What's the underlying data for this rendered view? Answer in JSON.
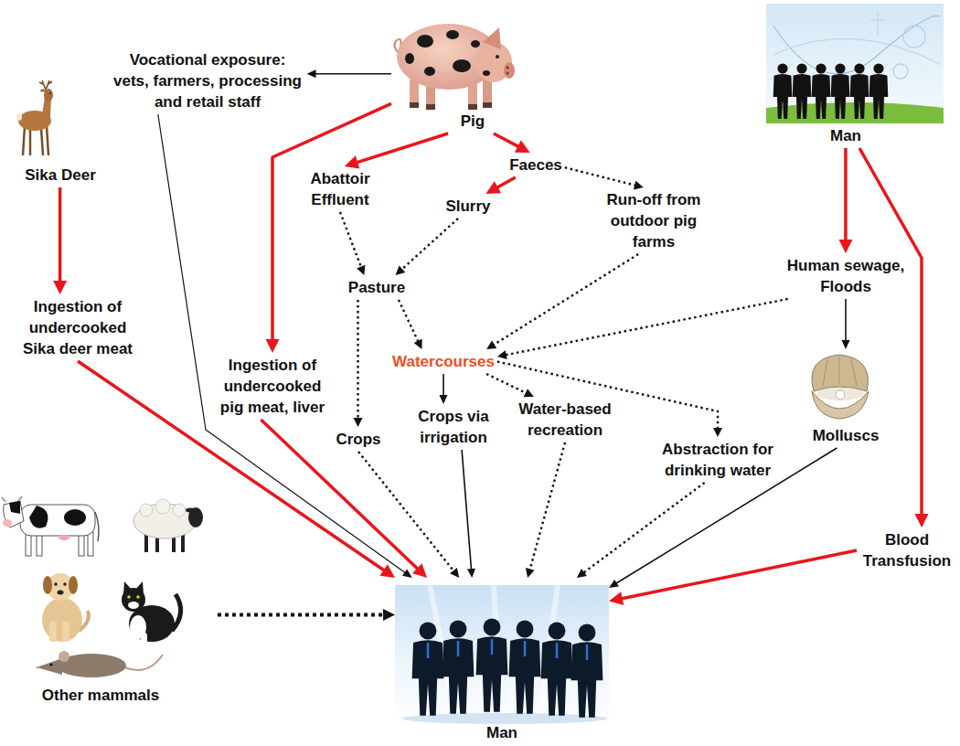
{
  "diagram": {
    "nodes": [
      {
        "text": [
          "Vocational exposure: vets, farmers, processing and retail staff"
        ]
      },
      {
        "text": [
          "Pig"
        ]
      },
      {
        "text": [
          "Man"
        ]
      },
      {
        "text": [
          "Sika Deer"
        ]
      },
      {
        "text": [
          "Abattoir Effluent"
        ]
      },
      {
        "text": [
          "Faeces"
        ]
      },
      {
        "text": [
          "Slurry"
        ]
      },
      {
        "text": [
          "Run-off from outdoor pig farms"
        ]
      },
      {
        "text": [
          "Human sewage, Floods"
        ]
      },
      {
        "text": [
          "Pasture"
        ]
      },
      {
        "text": [
          "Ingestion of undercooked Sika deer meat"
        ]
      },
      {
        "text": [
          "Watercourses"
        ]
      },
      {
        "text": [
          "Ingestion of undercooked pig meat, liver"
        ]
      },
      {
        "text": [
          "Crops"
        ]
      },
      {
        "text": [
          "Crops via irrigation"
        ]
      },
      {
        "text": [
          "Water-based recreation"
        ]
      },
      {
        "text": [
          "Abstraction for drinking water"
        ]
      },
      {
        "text": [
          "Molluscs"
        ]
      },
      {
        "text": [
          "Blood Transfusion"
        ]
      },
      {
        "text": [
          "Other mammals"
        ]
      },
      {
        "text": [
          "Man"
        ]
      }
    ],
    "edges": [
      {
        "from": 1,
        "to": 0,
        "arrow": "to"
      },
      {
        "from": 0,
        "to": 20,
        "arrow": "to"
      },
      {
        "from": 1,
        "to": 12,
        "arrow": "to"
      },
      {
        "from": 12,
        "to": 20,
        "arrow": "to"
      },
      {
        "from": 1,
        "to": 4,
        "arrow": "to"
      },
      {
        "from": 1,
        "to": 5,
        "arrow": "to"
      },
      {
        "from": 5,
        "to": 6,
        "arrow": "to"
      },
      {
        "from": 5,
        "to": 7,
        "arrow": "to"
      },
      {
        "from": 4,
        "to": 9,
        "arrow": "to"
      },
      {
        "from": 6,
        "to": 9,
        "arrow": "to"
      },
      {
        "from": 7,
        "to": 11,
        "arrow": "to"
      },
      {
        "from": 9,
        "to": 13,
        "arrow": "to"
      },
      {
        "from": 9,
        "to": 11,
        "arrow": "to"
      },
      {
        "from": 8,
        "to": 11,
        "arrow": "to"
      },
      {
        "from": 8,
        "to": 17,
        "arrow": "to"
      },
      {
        "from": 11,
        "to": 14,
        "arrow": "to"
      },
      {
        "from": 11,
        "to": 15,
        "arrow": "to"
      },
      {
        "from": 11,
        "to": 16,
        "arrow": "to"
      },
      {
        "from": 2,
        "to": 8,
        "arrow": "to"
      },
      {
        "from": 2,
        "to": 18,
        "arrow": "to"
      },
      {
        "from": 18,
        "to": 20,
        "arrow": "to"
      },
      {
        "from": 3,
        "to": 10,
        "arrow": "to"
      },
      {
        "from": 10,
        "to": 20,
        "arrow": "to"
      },
      {
        "from": 13,
        "to": 20,
        "arrow": "to"
      },
      {
        "from": 14,
        "to": 20,
        "arrow": "to"
      },
      {
        "from": 15,
        "to": 20,
        "arrow": "to"
      },
      {
        "from": 16,
        "to": 20,
        "arrow": "to"
      },
      {
        "from": 17,
        "to": 20,
        "arrow": "to"
      },
      {
        "from": 19,
        "to": 20,
        "arrow": "to"
      }
    ]
  }
}
